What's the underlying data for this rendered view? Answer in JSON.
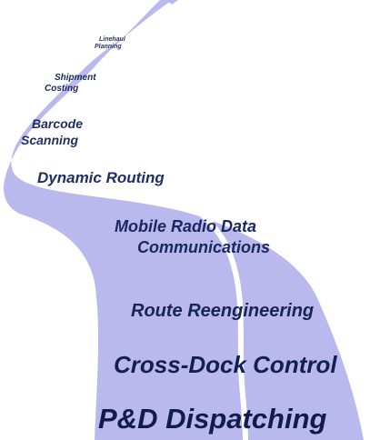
{
  "road": {
    "road_color": "#b9b9ee",
    "center_line_color": "#ffffff"
  },
  "labels": {
    "linehaul_planning": [
      "Linehaul",
      "Planning"
    ],
    "shipment_costing": [
      "Shipment",
      "Costing"
    ],
    "barcode_scanning": [
      "Barcode",
      "Scanning"
    ],
    "dynamic_routing": "Dynamic Routing",
    "mobile_radio": [
      "Mobile Radio Data",
      "Communications"
    ],
    "route_reengineering": "Route Reengineering",
    "cross_dock_control": "Cross-Dock Control",
    "pd_dispatching": "P&D Dispatching"
  }
}
